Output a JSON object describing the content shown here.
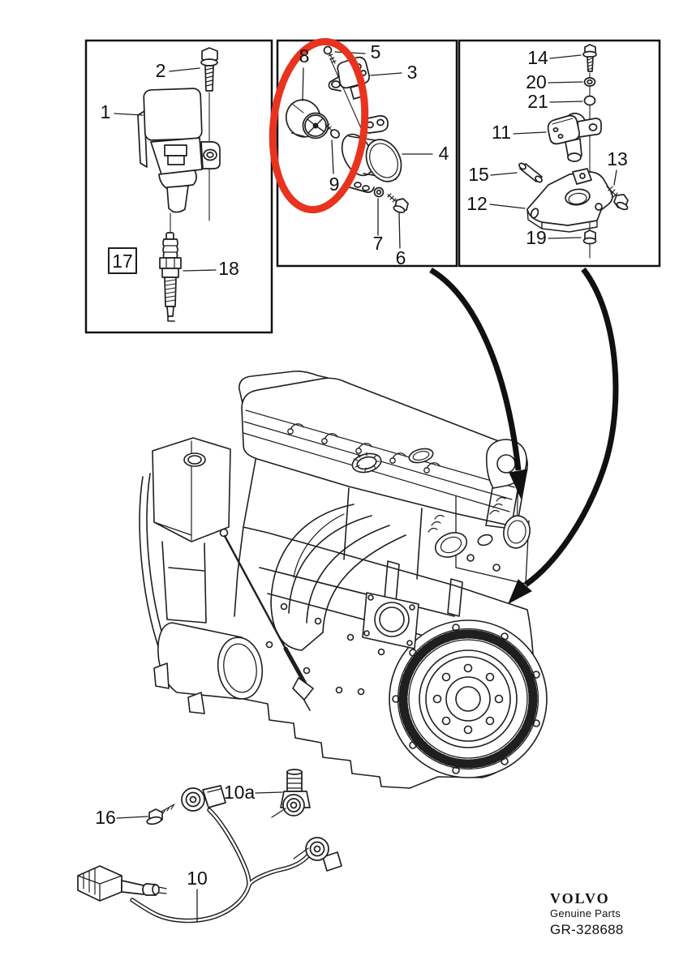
{
  "diagram": {
    "callouts": {
      "c1": "1",
      "c2": "2",
      "c3": "3",
      "c4": "4",
      "c5": "5",
      "c6": "6",
      "c7": "7",
      "c8": "8",
      "c9": "9",
      "c10": "10",
      "c10a": "10a",
      "c11": "11",
      "c12": "12",
      "c13": "13",
      "c14": "14",
      "c15": "15",
      "c16": "16",
      "c17": "17",
      "c18": "18",
      "c19": "19",
      "c20": "20",
      "c21": "21"
    },
    "highlight_color": "#e8331f"
  },
  "branding": {
    "logo": "VOLVO",
    "tagline": "Genuine Parts",
    "reference": "GR-328688"
  }
}
